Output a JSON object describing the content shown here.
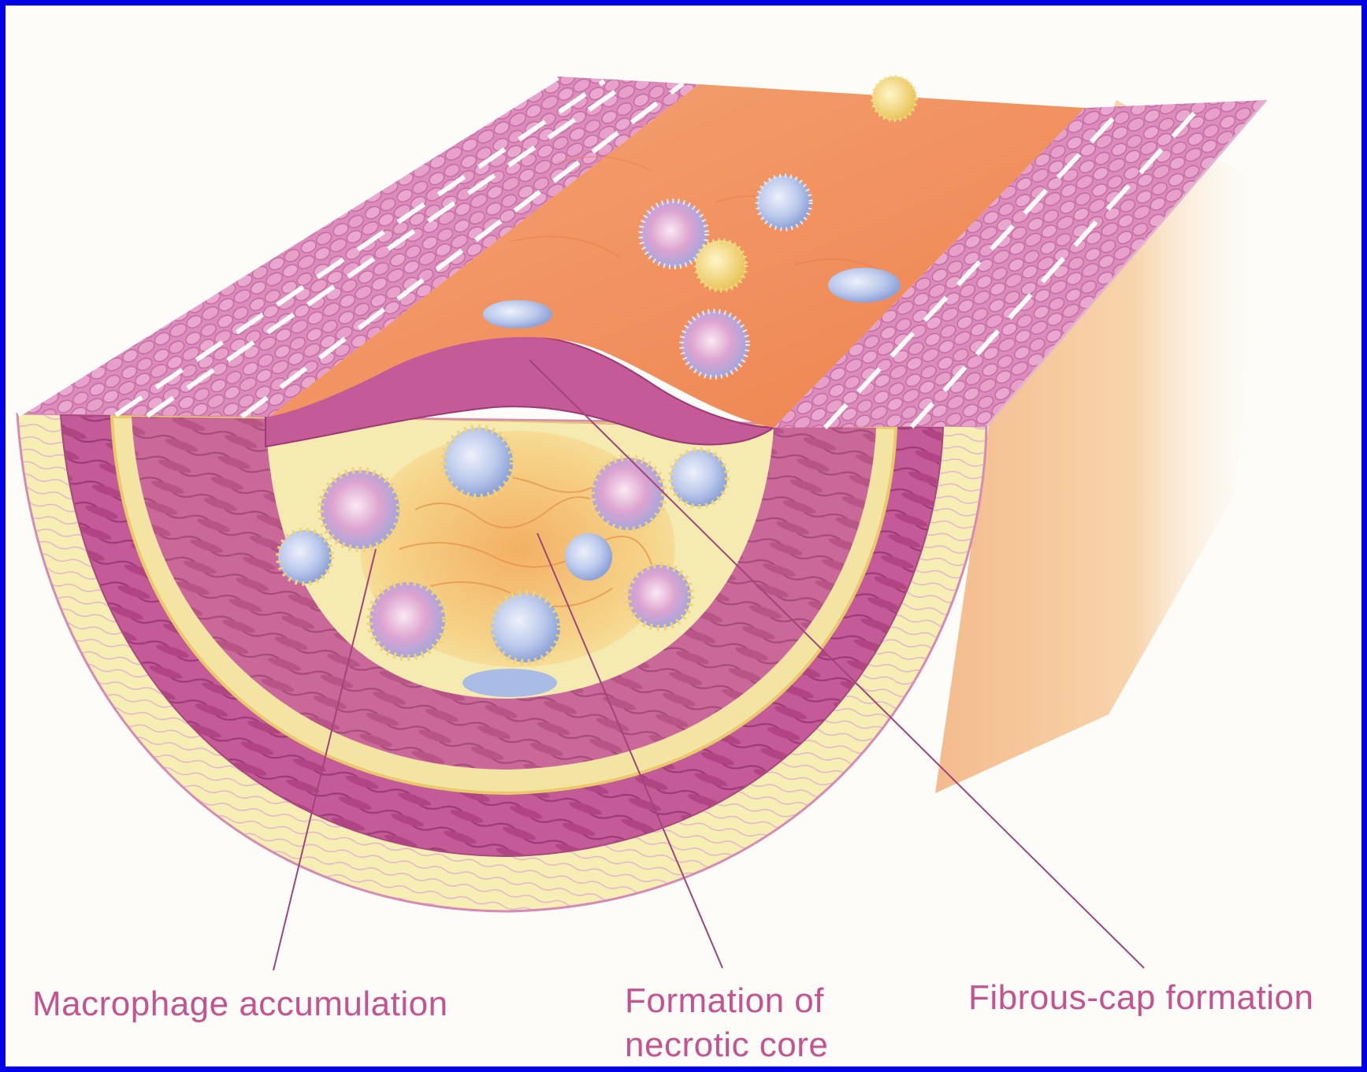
{
  "labels": {
    "macrophage": "Macrophage accumulation",
    "necrotic_core_line1": "Formation of",
    "necrotic_core_line2": "necrotic core",
    "fibrous_cap": "Fibrous-cap formation"
  },
  "colors": {
    "frame_border": "#0000e6",
    "background": "#fdfcf8",
    "label_text": "#c4538f",
    "leader_line": "#a0457a",
    "muscle": "#c0508f",
    "intima_yellow": "#f6eba4",
    "lumen": "#ef8f5a",
    "cell_blue": "#b9c6ea"
  }
}
